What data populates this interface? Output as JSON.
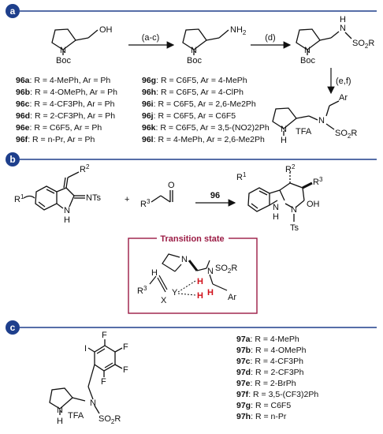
{
  "panels": {
    "a": {
      "label": "a",
      "reagents": {
        "step1": "(a-c)",
        "step2": "(d)",
        "step3": "(e,f)"
      },
      "atoms": {
        "oh": "OH",
        "nh2": "NH2",
        "nh": "N",
        "h": "H",
        "so2r": "SO2R",
        "ar": "Ar",
        "boc": "Boc",
        "n": "N",
        "tfa": "TFA",
        "h_ring": "H"
      },
      "compounds_left": [
        {
          "id": "96a",
          "desc": "R = 4-MePh, Ar = Ph"
        },
        {
          "id": "96b",
          "desc": "R = 4-OMePh, Ar = Ph"
        },
        {
          "id": "96c",
          "desc": "R = 4-CF3Ph, Ar = Ph"
        },
        {
          "id": "96d",
          "desc": "R = 2-CF3Ph, Ar = Ph"
        },
        {
          "id": "96e",
          "desc": "R = C6F5, Ar = Ph"
        },
        {
          "id": "96f",
          "desc": "R = n-Pr, Ar = Ph"
        }
      ],
      "compounds_right": [
        {
          "id": "96g",
          "desc": "R = C6F5, Ar = 4-MePh"
        },
        {
          "id": "96h",
          "desc": "R = C6F5, Ar = 4-ClPh"
        },
        {
          "id": "96i",
          "desc": "R = C6F5, Ar = 2,6-Me2Ph"
        },
        {
          "id": "96j",
          "desc": "R = C6F5, Ar = C6F5"
        },
        {
          "id": "96k",
          "desc": "R = C6F5, Ar = 3,5-(NO2)2Ph"
        },
        {
          "id": "96l",
          "desc": "R = 4-MePh, Ar = 2,6-Me2Ph"
        }
      ]
    },
    "b": {
      "label": "b",
      "plus": "+",
      "catalyst": "96",
      "ts_title": "Transition state",
      "atoms": {
        "r1": "R1",
        "r2": "R2",
        "r3": "R3",
        "nts": "NTs",
        "nh": "N",
        "h": "H",
        "o": "O",
        "oh": "OH",
        "ts": "Ts",
        "so2r": "SO2R",
        "ar": "Ar",
        "x": "X",
        "y": "Y"
      }
    },
    "c": {
      "label": "c",
      "atoms": {
        "i": "I",
        "f": "F",
        "n": "N",
        "so2r": "SO2R",
        "tfa": "TFA",
        "h": "H"
      },
      "compounds": [
        {
          "id": "97a",
          "desc": "R = 4-MePh"
        },
        {
          "id": "97b",
          "desc": "R = 4-OMePh"
        },
        {
          "id": "97c",
          "desc": "R = 4-CF3Ph"
        },
        {
          "id": "97d",
          "desc": "R = 2-CF3Ph"
        },
        {
          "id": "97e",
          "desc": "R = 2-BrPh"
        },
        {
          "id": "97f",
          "desc": "R = 3,5-(CF3)2Ph"
        },
        {
          "id": "97g",
          "desc": "R = C6F5"
        },
        {
          "id": "97h",
          "desc": "R = n-Pr"
        }
      ]
    }
  },
  "colors": {
    "accent": "#1e3f8c",
    "ts_box": "#9b1b44",
    "highlight": "#d0101a"
  }
}
